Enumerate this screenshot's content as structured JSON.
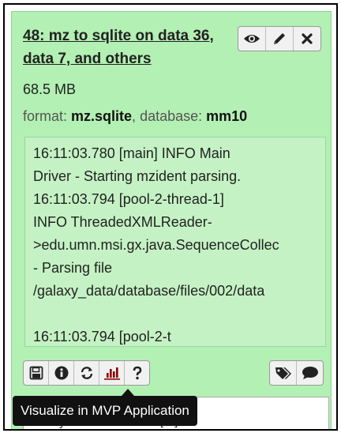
{
  "dataset": {
    "title": "48: mz to sqlite on data 36, data 7, and others",
    "size": "68.5 MB",
    "format_label": "format: ",
    "format_value": "mz.sqlite",
    "separator": ", ",
    "database_label": "database: ",
    "database_value": "mm10"
  },
  "peek": {
    "text": "16:11:03.780 [main] INFO Main\nDriver - Starting mzident parsing.\n16:11:03.794 [pool-2-thread-1]\nINFO ThreadedXMLReader-\n>edu.umn.msi.gx.java.SequenceCollec\n- Parsing file\n/galaxy_data/database/files/002/data\n\n16:11:03.794 [pool-2-t"
  },
  "header_buttons": [
    "eye-icon",
    "pencil-icon",
    "close-icon"
  ],
  "toolbar_left": [
    "save-icon",
    "info-icon",
    "rerun-icon",
    "bar-chart-icon",
    "help-icon"
  ],
  "toolbar_right": [
    "tags-icon",
    "comment-icon"
  ],
  "below": {
    "text": "analysis software [1]"
  },
  "tooltip": {
    "text": "Visualize in MVP Application"
  },
  "colors": {
    "panel_bg": "#b3f0b3",
    "chart_icon": "#8b0000"
  }
}
